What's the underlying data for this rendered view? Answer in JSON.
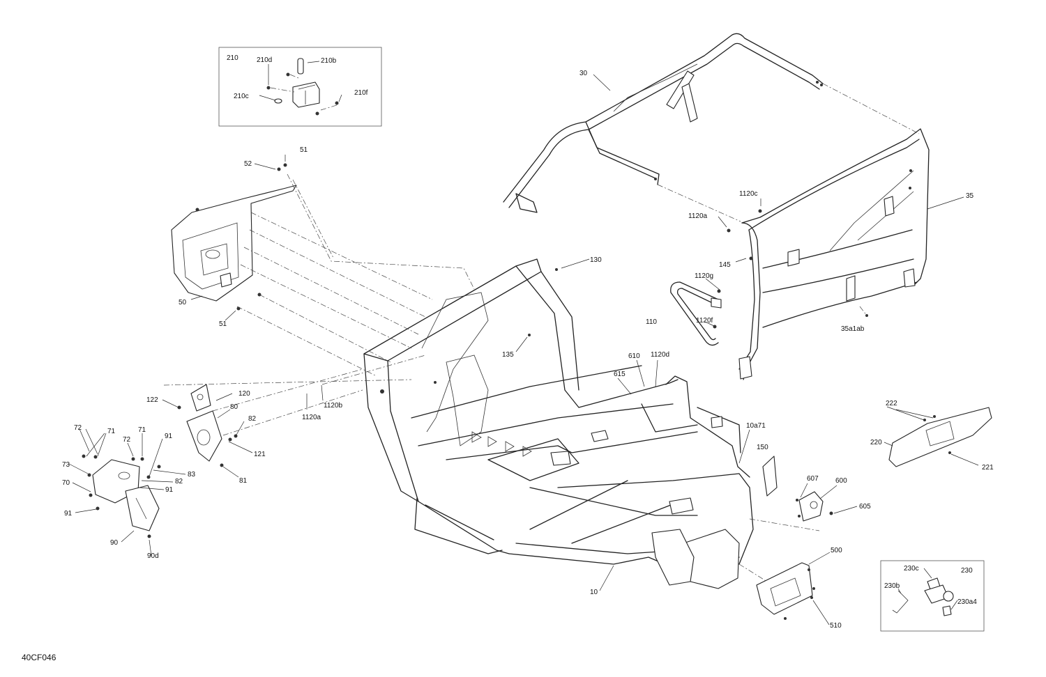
{
  "figure_code": "40CF046",
  "callouts": {
    "c_210": "210",
    "c_210d": "210d",
    "c_210b": "210b",
    "c_210c": "210c",
    "c_210f": "210f",
    "c_30": "30",
    "c_35": "35",
    "c_1120c": "1120c",
    "c_1120a_top": "1120a",
    "c_145": "145",
    "c_1120g": "1120g",
    "c_110": "110",
    "c_1120f": "1120f",
    "c_35a1ab": "35a1ab",
    "c_51_top": "51",
    "c_52": "52",
    "c_50": "50",
    "c_51_bottom": "51",
    "c_130": "130",
    "c_135": "135",
    "c_1120b": "1120b",
    "c_1120a_mid": "1120a",
    "c_610": "610",
    "c_1120d": "1120d",
    "c_615": "615",
    "c_120": "120",
    "c_122": "122",
    "c_80": "80",
    "c_82_top": "82",
    "c_121": "121",
    "c_81": "81",
    "c_72_a": "72",
    "c_71_a": "71",
    "c_71_b": "71",
    "c_72_b": "72",
    "c_91_a": "91",
    "c_73": "73",
    "c_70": "70",
    "c_83": "83",
    "c_82_b": "82",
    "c_91_b": "91",
    "c_91_c": "91",
    "c_90": "90",
    "c_90d": "90d",
    "c_10a71": "10a71",
    "c_150": "150",
    "c_607": "607",
    "c_600": "600",
    "c_605": "605",
    "c_222": "222",
    "c_220": "220",
    "c_221": "221",
    "c_500": "500",
    "c_510": "510",
    "c_10": "10",
    "c_230c": "230c",
    "c_230": "230",
    "c_230b": "230b",
    "c_230a4": "230a4"
  }
}
